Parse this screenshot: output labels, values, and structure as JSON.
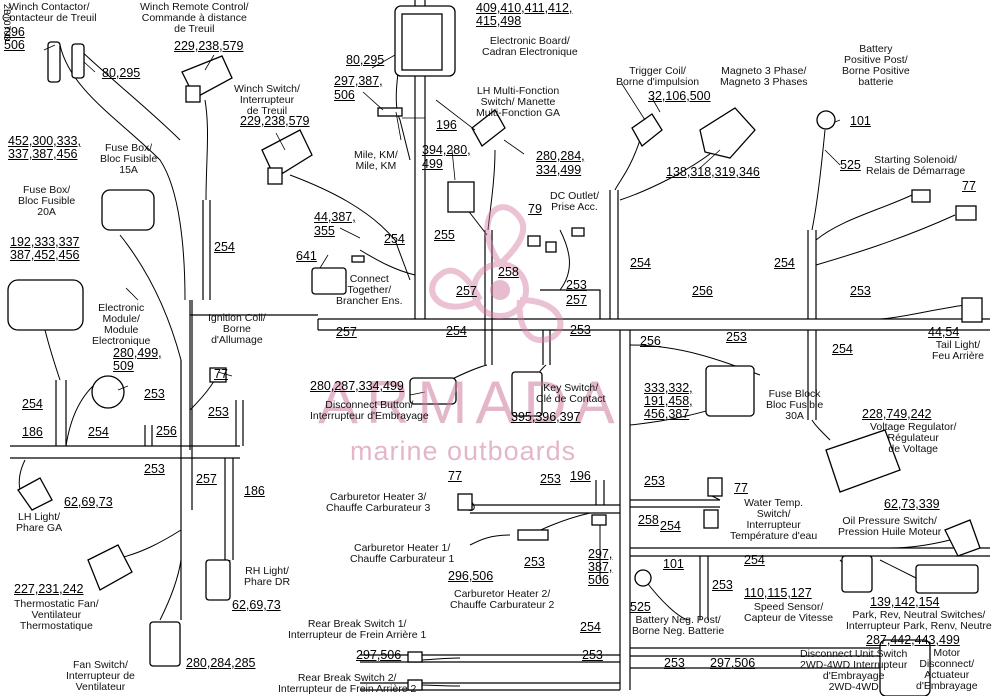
{
  "doc_id": "2BT0703",
  "components": [
    {
      "name": "winch-contactor",
      "label": "Winch Contactor/\nContacteur de Treuil",
      "codes": [
        "296",
        "506"
      ]
    },
    {
      "name": "winch-remote",
      "label": "Winch Remote Control/\nCommande à distance\nde Treuil",
      "codes": [
        "229,238,579"
      ]
    },
    {
      "name": "winch-switch",
      "label": "Winch Switch/\nInterrupteur\nde Treuil",
      "codes": [
        "229,238,579"
      ]
    },
    {
      "name": "electronic-board",
      "label": "Electronic Board/\nCadran Electronique",
      "codes": [
        "409,410,411,412,",
        "415,498"
      ]
    },
    {
      "name": "mile-km",
      "label": "Mile, KM/\nMile, KM",
      "codes": []
    },
    {
      "name": "lh-multifunction",
      "label": "LH Multi-Fonction\nSwitch/ Manette\nMulti-Fonction GA",
      "codes": []
    },
    {
      "name": "trigger-coil",
      "label": "Trigger Coil/\nBorne d'impulsion",
      "codes": [
        "32,106,500"
      ]
    },
    {
      "name": "magneto",
      "label": "Magneto 3 Phase/\nMagneto 3 Phases",
      "codes": [
        "138,318,319,346"
      ]
    },
    {
      "name": "battery-positive",
      "label": "Battery\nPositive Post/\nBorne Positive\nbatterie",
      "codes": [
        "101"
      ]
    },
    {
      "name": "starting-solenoid",
      "label": "Starting Solenoid/\nRelais de Démarrage",
      "codes": [
        "77"
      ]
    },
    {
      "name": "fuse-box-15a",
      "label": "Fuse Box/\nBloc Fusible\n15A",
      "codes": [
        "452,300,333,",
        "337,387,456"
      ]
    },
    {
      "name": "fuse-box-20a",
      "label": "Fuse Box/\nBloc Fusible\n20A",
      "codes": [
        "192,333,337",
        "387,452,456"
      ]
    },
    {
      "name": "dc-outlet",
      "label": "DC Outlet/\nPrise Acc.",
      "codes": []
    },
    {
      "name": "connect-together",
      "label": "Connect\nTogether/\nBrancher Ens.",
      "codes": []
    },
    {
      "name": "electronic-module",
      "label": "Electronic\nModule/\nModule\nElectronique",
      "codes": [
        "280,499,",
        "509"
      ]
    },
    {
      "name": "ignition-coil",
      "label": "Ignition Coil/\nBorne\nd'Allumage",
      "codes": [
        "77"
      ]
    },
    {
      "name": "tail-light",
      "label": "Tail Light/\nFeu Arrière",
      "codes": [
        "44,54"
      ]
    },
    {
      "name": "disconnect-button",
      "label": "Disconnect Button/\nInterrupteur d'Embrayage",
      "codes": [
        "280,287,334,499"
      ]
    },
    {
      "name": "key-switch",
      "label": "Key Switch/\nClé de Contact",
      "codes": [
        "395,396,397"
      ]
    },
    {
      "name": "fuse-block-30a",
      "label": "Fuse Block\nBloc Fusible\n30A",
      "codes": [
        "333,332,",
        "191,458,",
        "456,387"
      ]
    },
    {
      "name": "voltage-regulator",
      "label": "Voltage Regulator/\nRégulateur\nde Voltage",
      "codes": [
        "228,749,242"
      ]
    },
    {
      "name": "lh-light",
      "label": "LH Light/\nPhare GA",
      "codes": [
        "62,69,73"
      ]
    },
    {
      "name": "carb-heater-3",
      "label": "Carburetor Heater 3/\nChauffe Carburateur 3",
      "codes": [
        "77"
      ]
    },
    {
      "name": "water-temp",
      "label": "Water Temp.\nSwitch/\nInterrupteur\nTempérature d'eau",
      "codes": [
        "77"
      ]
    },
    {
      "name": "oil-pressure",
      "label": "Oil Pressure Switch/\nPression Huile Moteur",
      "codes": [
        "62,73,339"
      ]
    },
    {
      "name": "carb-heater-1",
      "label": "Carburetor Heater 1/\nChauffe Carburateur 1",
      "codes": [
        "296,506"
      ]
    },
    {
      "name": "carb-heater-2",
      "label": "Carburetor Heater 2/\nChauffe Carburateur 2",
      "codes": [
        "297,",
        "387,",
        "506"
      ]
    },
    {
      "name": "thermostatic-fan",
      "label": "Thermostatic Fan/\nVentilateur\nThermostatique",
      "codes": [
        "227,231,242"
      ]
    },
    {
      "name": "rh-light",
      "label": "RH Light/\nPhare DR",
      "codes": [
        "62,69,73"
      ]
    },
    {
      "name": "battery-negative",
      "label": "Battery Neg. Post/\nBorne Neg. Batterie",
      "codes": [
        "101"
      ]
    },
    {
      "name": "speed-sensor",
      "label": "Speed Sensor/\nCapteur de Vitesse",
      "codes": [
        "110,115,127"
      ]
    },
    {
      "name": "neutral-switches",
      "label": "Park, Rev, Neutral Switches/\nInterrupteur Park, Renv, Neutre",
      "codes": [
        "139,142,154"
      ]
    },
    {
      "name": "fan-switch",
      "label": "Fan Switch/\nInterrupteur de\nVentilateur",
      "codes": [
        "280,284,285"
      ]
    },
    {
      "name": "rear-brake-1",
      "label": "Rear Break Switch 1/\nInterrupteur de Frein Arrière 1",
      "codes": [
        "297,506"
      ]
    },
    {
      "name": "rear-brake-2",
      "label": "Rear Break Switch 2/\nInterrupteur de Frein Arrière 2",
      "codes": []
    },
    {
      "name": "disconnect-unit",
      "label": "Disconnect Unit Switch\n2WD-4WD Interrupteur\nd'Embrayage\n2WD-4WD",
      "codes": [
        "297,506"
      ]
    },
    {
      "name": "motor-disconnect",
      "label": "Motor\nDisconnect/\nActuateur\nd'Embrayage",
      "codes": [
        "287,442,443,499"
      ]
    }
  ],
  "refs": [
    {
      "name": "ref-80295-a",
      "text": "80,295"
    },
    {
      "name": "ref-80295-b",
      "text": "80,295"
    },
    {
      "name": "ref-297387-506",
      "text": "297,387,\n506"
    },
    {
      "name": "ref-196-a",
      "text": "196"
    },
    {
      "name": "ref-394280-499",
      "text": "394,280,\n499"
    },
    {
      "name": "ref-280284-334499",
      "text": "280,284,\n334,499"
    },
    {
      "name": "ref-79",
      "text": "79"
    },
    {
      "name": "ref-525-a",
      "text": "525"
    },
    {
      "name": "ref-44387-355",
      "text": "44,387,\n355"
    },
    {
      "name": "ref-641",
      "text": "641"
    },
    {
      "name": "ref-254-a",
      "text": "254"
    },
    {
      "name": "ref-255",
      "text": "255"
    },
    {
      "name": "ref-258-a",
      "text": "258"
    },
    {
      "name": "ref-253-a",
      "text": "253"
    },
    {
      "name": "ref-257-a",
      "text": "257"
    },
    {
      "name": "ref-257-b",
      "text": "257"
    },
    {
      "name": "ref-254-b",
      "text": "254"
    },
    {
      "name": "ref-256-a",
      "text": "256"
    },
    {
      "name": "ref-254-c",
      "text": "254"
    },
    {
      "name": "ref-253-b",
      "text": "253"
    },
    {
      "name": "ref-254-d",
      "text": "254"
    },
    {
      "name": "ref-257-c",
      "text": "257"
    },
    {
      "name": "ref-254-e",
      "text": "254"
    },
    {
      "name": "ref-253-c",
      "text": "253"
    },
    {
      "name": "ref-256-b",
      "text": "256"
    },
    {
      "name": "ref-253-d",
      "text": "253"
    },
    {
      "name": "ref-254-f",
      "text": "254"
    },
    {
      "name": "ref-254-g",
      "text": "254"
    },
    {
      "name": "ref-253-e",
      "text": "253"
    },
    {
      "name": "ref-253-f",
      "text": "253"
    },
    {
      "name": "ref-186-a",
      "text": "186"
    },
    {
      "name": "ref-254-h",
      "text": "254"
    },
    {
      "name": "ref-256-c",
      "text": "256"
    },
    {
      "name": "ref-253-g",
      "text": "253"
    },
    {
      "name": "ref-257-d",
      "text": "257"
    },
    {
      "name": "ref-186-b",
      "text": "186"
    },
    {
      "name": "ref-253-h",
      "text": "253"
    },
    {
      "name": "ref-196-b",
      "text": "196"
    },
    {
      "name": "ref-253-i",
      "text": "253"
    },
    {
      "name": "ref-253-j",
      "text": "253"
    },
    {
      "name": "ref-258-b",
      "text": "258"
    },
    {
      "name": "ref-254-i",
      "text": "254"
    },
    {
      "name": "ref-254-j",
      "text": "254"
    },
    {
      "name": "ref-253-k",
      "text": "253"
    },
    {
      "name": "ref-525-b",
      "text": "525"
    },
    {
      "name": "ref-254-k",
      "text": "254"
    },
    {
      "name": "ref-253-l",
      "text": "253"
    },
    {
      "name": "ref-253-m",
      "text": "253"
    }
  ],
  "watermark": {
    "brand": "ARMADA",
    "tagline": "marine outboards",
    "color": "#cf7ba0"
  }
}
